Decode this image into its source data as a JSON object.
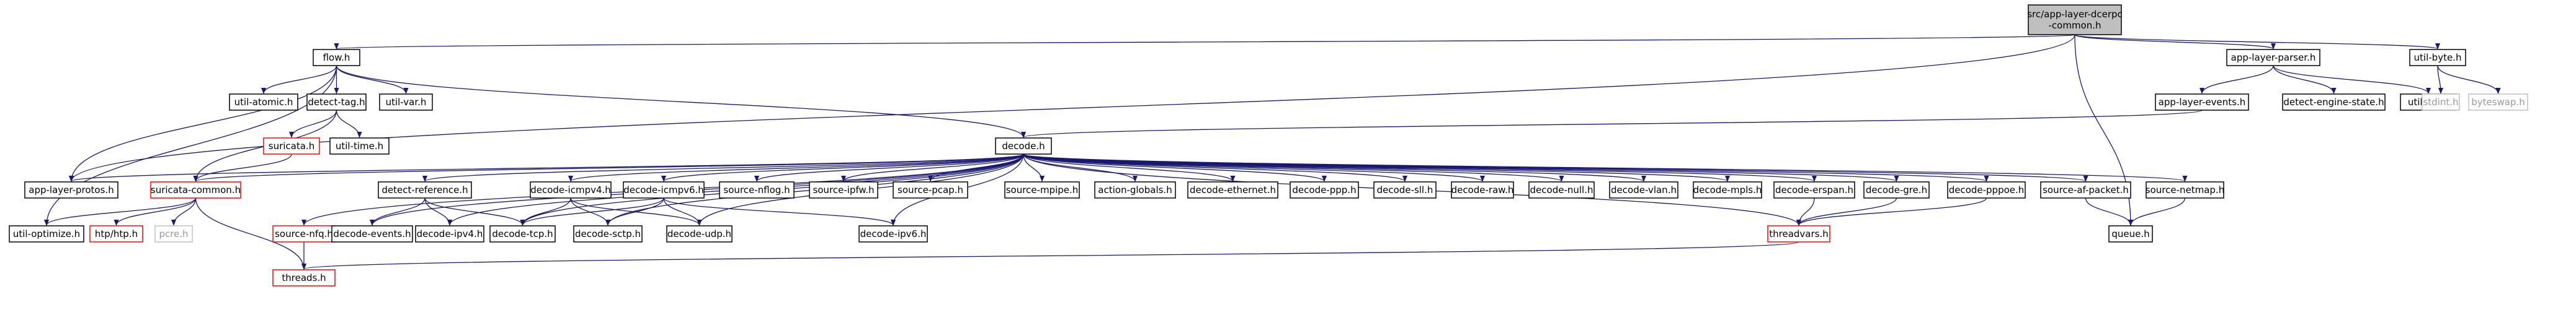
{
  "title_lines": [
    "src/app-layer-dcerpc",
    "-common.h"
  ],
  "colors": {
    "edge": "#191970",
    "root_fill": "#bfbfbf",
    "border": "#000000",
    "missing_border": "#bfbfbf",
    "truncated_border": "#ff0000"
  },
  "nodes": [
    {
      "id": "root",
      "label": "src/app-layer-dcerpc\n-common.h",
      "style": "root"
    },
    {
      "id": "flow",
      "label": "flow.h",
      "style": "normal"
    },
    {
      "id": "alparser",
      "label": "app-layer-parser.h",
      "style": "normal"
    },
    {
      "id": "utilbyte",
      "label": "util-byte.h",
      "style": "normal"
    },
    {
      "id": "utilatomic",
      "label": "util-atomic.h",
      "style": "normal"
    },
    {
      "id": "detectlog",
      "label": "detect-tag.h",
      "style": "normal"
    },
    {
      "id": "utilvar",
      "label": "util-var.h",
      "style": "normal"
    },
    {
      "id": "alevents",
      "label": "app-layer-events.h",
      "style": "normal"
    },
    {
      "id": "detengine",
      "label": "detect-engine-state.h",
      "style": "normal"
    },
    {
      "id": "utilfile",
      "label": "util-file.h",
      "style": "normal"
    },
    {
      "id": "stdint",
      "label": "stdint.h",
      "style": "gray"
    },
    {
      "id": "byteswap",
      "label": "byteswap.h",
      "style": "gray"
    },
    {
      "id": "suricata",
      "label": "suricata.h",
      "style": "red"
    },
    {
      "id": "utiltime",
      "label": "util-time.h",
      "style": "normal"
    },
    {
      "id": "decode",
      "label": "decode.h",
      "style": "normal"
    },
    {
      "id": "alprotos",
      "label": "app-layer-protos.h",
      "style": "normal"
    },
    {
      "id": "suricommon",
      "label": "suricata-common.h",
      "style": "red"
    },
    {
      "id": "detref",
      "label": "detect-reference.h",
      "style": "normal"
    },
    {
      "id": "icmpv4",
      "label": "decode-icmpv4.h",
      "style": "normal"
    },
    {
      "id": "icmpv6",
      "label": "decode-icmpv6.h",
      "style": "normal"
    },
    {
      "id": "srcnflog",
      "label": "source-nflog.h",
      "style": "normal"
    },
    {
      "id": "srcipfw",
      "label": "source-ipfw.h",
      "style": "normal"
    },
    {
      "id": "srcpcap",
      "label": "source-pcap.h",
      "style": "normal"
    },
    {
      "id": "srcmpipe",
      "label": "source-mpipe.h",
      "style": "normal"
    },
    {
      "id": "actglobals",
      "label": "action-globals.h",
      "style": "normal"
    },
    {
      "id": "deceth",
      "label": "decode-ethernet.h",
      "style": "normal"
    },
    {
      "id": "decppp",
      "label": "decode-ppp.h",
      "style": "normal"
    },
    {
      "id": "decsll",
      "label": "decode-sll.h",
      "style": "normal"
    },
    {
      "id": "decraw",
      "label": "decode-raw.h",
      "style": "normal"
    },
    {
      "id": "decnull",
      "label": "decode-null.h",
      "style": "normal"
    },
    {
      "id": "decvlan",
      "label": "decode-vlan.h",
      "style": "normal"
    },
    {
      "id": "decmpls",
      "label": "decode-mpls.h",
      "style": "normal"
    },
    {
      "id": "decerspan",
      "label": "decode-erspan.h",
      "style": "normal"
    },
    {
      "id": "decgre",
      "label": "decode-gre.h",
      "style": "normal"
    },
    {
      "id": "decpppoe",
      "label": "decode-pppoe.h",
      "style": "normal"
    },
    {
      "id": "srcafpacket",
      "label": "source-af-packet.h",
      "style": "normal"
    },
    {
      "id": "srcnetmap",
      "label": "source-netmap.h",
      "style": "normal"
    },
    {
      "id": "utiloptimize",
      "label": "util-optimize.h",
      "style": "normal"
    },
    {
      "id": "htp",
      "label": "htp/htp.h",
      "style": "red"
    },
    {
      "id": "pcre",
      "label": "pcre.h",
      "style": "gray"
    },
    {
      "id": "srcnfq",
      "label": "source-nfq.h",
      "style": "red"
    },
    {
      "id": "decevents",
      "label": "decode-events.h",
      "style": "normal"
    },
    {
      "id": "decipv4",
      "label": "decode-ipv4.h",
      "style": "normal"
    },
    {
      "id": "dectcp",
      "label": "decode-tcp.h",
      "style": "normal"
    },
    {
      "id": "decsctp",
      "label": "decode-sctp.h",
      "style": "normal"
    },
    {
      "id": "decudp",
      "label": "decode-udp.h",
      "style": "normal"
    },
    {
      "id": "decipv6",
      "label": "decode-ipv6.h",
      "style": "normal"
    },
    {
      "id": "threadvars",
      "label": "threadvars.h",
      "style": "red"
    },
    {
      "id": "queue",
      "label": "queue.h",
      "style": "normal"
    },
    {
      "id": "threads",
      "label": "threads.h",
      "style": "red"
    }
  ],
  "edges": [
    [
      "root",
      "flow"
    ],
    [
      "root",
      "alparser"
    ],
    [
      "root",
      "utilbyte"
    ],
    [
      "root",
      "alprotos"
    ],
    [
      "root",
      "queue"
    ],
    [
      "flow",
      "utilatomic"
    ],
    [
      "flow",
      "detectlog"
    ],
    [
      "flow",
      "utilvar"
    ],
    [
      "flow",
      "decode"
    ],
    [
      "flow",
      "alprotos"
    ],
    [
      "flow",
      "utiloptimize"
    ],
    [
      "detectlog",
      "suricata"
    ],
    [
      "detectlog",
      "utiltime"
    ],
    [
      "detectlog",
      "suricommon"
    ],
    [
      "suricata",
      "suricommon"
    ],
    [
      "alparser",
      "alevents"
    ],
    [
      "alparser",
      "detengine"
    ],
    [
      "alparser",
      "utilfile"
    ],
    [
      "alevents",
      "decode"
    ],
    [
      "utilbyte",
      "stdint"
    ],
    [
      "utilbyte",
      "byteswap"
    ],
    [
      "decode",
      "alprotos"
    ],
    [
      "decode",
      "suricommon"
    ],
    [
      "decode",
      "detref"
    ],
    [
      "decode",
      "icmpv4"
    ],
    [
      "decode",
      "icmpv6"
    ],
    [
      "decode",
      "srcnflog"
    ],
    [
      "decode",
      "srcipfw"
    ],
    [
      "decode",
      "srcpcap"
    ],
    [
      "decode",
      "srcmpipe"
    ],
    [
      "decode",
      "actglobals"
    ],
    [
      "decode",
      "deceth"
    ],
    [
      "decode",
      "decppp"
    ],
    [
      "decode",
      "decsll"
    ],
    [
      "decode",
      "decraw"
    ],
    [
      "decode",
      "decnull"
    ],
    [
      "decode",
      "decvlan"
    ],
    [
      "decode",
      "decmpls"
    ],
    [
      "decode",
      "decerspan"
    ],
    [
      "decode",
      "decgre"
    ],
    [
      "decode",
      "decpppoe"
    ],
    [
      "decode",
      "srcafpacket"
    ],
    [
      "decode",
      "srcnetmap"
    ],
    [
      "decode",
      "srcnfq"
    ],
    [
      "decode",
      "threadvars"
    ],
    [
      "decode",
      "dectcp"
    ],
    [
      "decode",
      "decsctp"
    ],
    [
      "decode",
      "decudp"
    ],
    [
      "decode",
      "decipv6"
    ],
    [
      "decode",
      "decevents"
    ],
    [
      "decode",
      "decipv4"
    ],
    [
      "suricommon",
      "utiloptimize"
    ],
    [
      "suricommon",
      "htp"
    ],
    [
      "suricommon",
      "pcre"
    ],
    [
      "suricommon",
      "threads"
    ],
    [
      "detref",
      "decevents"
    ],
    [
      "detref",
      "decipv4"
    ],
    [
      "detref",
      "dectcp"
    ],
    [
      "icmpv4",
      "dectcp"
    ],
    [
      "icmpv4",
      "decsctp"
    ],
    [
      "icmpv4",
      "decudp"
    ],
    [
      "icmpv6",
      "dectcp"
    ],
    [
      "icmpv6",
      "decsctp"
    ],
    [
      "icmpv6",
      "decudp"
    ],
    [
      "icmpv6",
      "decipv6"
    ],
    [
      "decerspan",
      "threadvars"
    ],
    [
      "decgre",
      "threadvars"
    ],
    [
      "decpppoe",
      "threadvars"
    ],
    [
      "srcafpacket",
      "queue"
    ],
    [
      "srcnetmap",
      "queue"
    ],
    [
      "srcnfq",
      "threads"
    ],
    [
      "threadvars",
      "threads"
    ]
  ]
}
